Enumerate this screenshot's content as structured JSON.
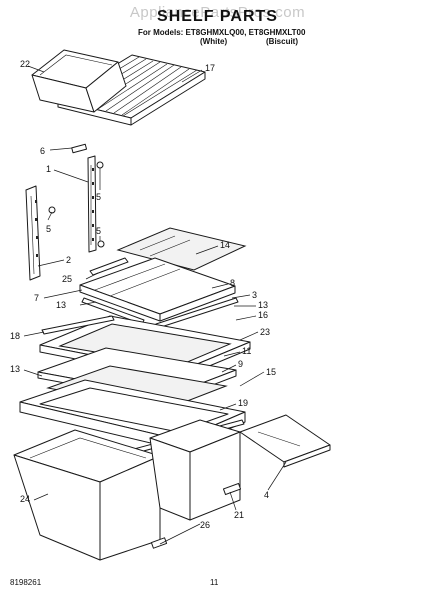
{
  "watermark": "AppliancePartsPros.com",
  "header": {
    "title": "SHELF PARTS",
    "models_line": "For Models: ET8GHMXLQ00, ET8GHMXLT00",
    "variant_1": "(White)",
    "variant_2": "(Biscuit)"
  },
  "footer": {
    "doc_number": "8198261",
    "page_number": "11"
  },
  "callouts": [
    {
      "id": "c22",
      "label": "22"
    },
    {
      "id": "c17",
      "label": "17"
    },
    {
      "id": "c6",
      "label": "6"
    },
    {
      "id": "c1",
      "label": "1"
    },
    {
      "id": "c5a",
      "label": "5"
    },
    {
      "id": "c5b",
      "label": "5"
    },
    {
      "id": "c5c",
      "label": "5"
    },
    {
      "id": "c14",
      "label": "14"
    },
    {
      "id": "c2",
      "label": "2"
    },
    {
      "id": "c25",
      "label": "25"
    },
    {
      "id": "c8",
      "label": "8"
    },
    {
      "id": "c7",
      "label": "7"
    },
    {
      "id": "c3",
      "label": "3"
    },
    {
      "id": "c13a",
      "label": "13"
    },
    {
      "id": "c13b",
      "label": "13"
    },
    {
      "id": "c16",
      "label": "16"
    },
    {
      "id": "c18",
      "label": "18"
    },
    {
      "id": "c23",
      "label": "23"
    },
    {
      "id": "c11",
      "label": "11"
    },
    {
      "id": "c13c",
      "label": "13"
    },
    {
      "id": "c9",
      "label": "9"
    },
    {
      "id": "c15",
      "label": "15"
    },
    {
      "id": "c19",
      "label": "19"
    },
    {
      "id": "c24",
      "label": "24"
    },
    {
      "id": "c4",
      "label": "4"
    },
    {
      "id": "c21",
      "label": "21"
    },
    {
      "id": "c26",
      "label": "26"
    }
  ]
}
